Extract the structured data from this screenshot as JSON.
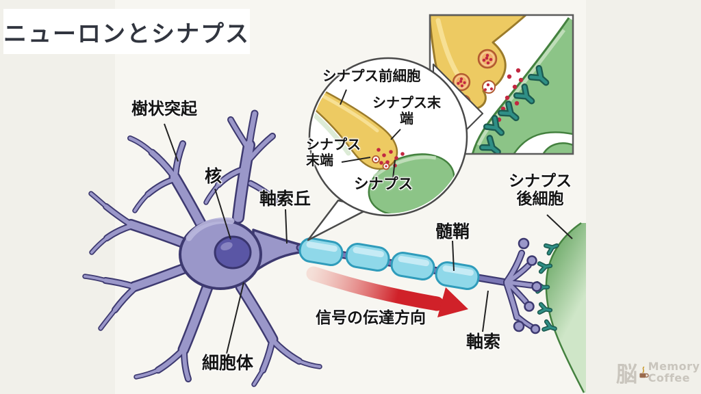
{
  "title": "ニューロンとシナプス",
  "labels": {
    "dendrite": "樹状突起",
    "nucleus": "核",
    "axon_hillock": "軸索丘",
    "cell_body": "細胞体",
    "myelin_sheath": "髄鞘",
    "axon": "軸索",
    "signal_direction": "信号の伝達方向",
    "postsynaptic_cell_line1": "シナプス",
    "postsynaptic_cell_line2": "後細胞"
  },
  "callout": {
    "presynaptic_cell": "シナプス前細胞",
    "terminal_right_line1": "シナプス末",
    "terminal_right_line2": "端",
    "terminal_left_line1": "シナプス",
    "terminal_left_line2": "末端",
    "synapse": "シナプス"
  },
  "watermark": {
    "brain_kanji": "脳",
    "brand_line1": "Memory",
    "brand_line2": "Coffee"
  },
  "colors": {
    "bg": "#f1f0ea",
    "panel": "#f7f6f1",
    "title_text": "#31353f",
    "label_text": "#141414",
    "outline_dark": "#4a4a4a",
    "neuron_fill": "#9a97c9",
    "neuron_light": "#b9b7dd",
    "neuron_outline": "#3d3970",
    "nucleus_fill": "#5a56a5",
    "nucleus_outline": "#39356e",
    "myelin_fill": "#8fd8e9",
    "myelin_gloss": "#d8f2f8",
    "myelin_outline": "#2f9cbb",
    "presyn_yellow": "#edca62",
    "presyn_yellow_light": "#f7e29a",
    "presyn_outline": "#9b7b2b",
    "green_fill": "#8cc487",
    "green_light": "#c8e2c2",
    "green_outline": "#44813f",
    "receptor_teal": "#2f8f86",
    "receptor_dark": "#1c5b50",
    "vesicle_fill": "#f0b169",
    "vesicle_outline": "#b25b31",
    "transmitter_red": "#c22841",
    "arrow_red": "#d02129",
    "arrow_pink": "#f2c3b8",
    "watermark_gray": "#c9c5bd",
    "cup_brown": "#9a6b4e",
    "steam_tan": "#c9992e"
  }
}
